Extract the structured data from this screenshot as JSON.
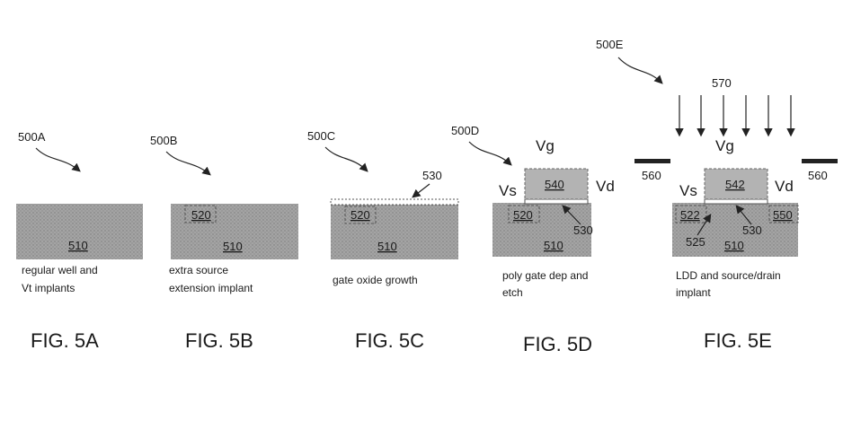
{
  "panels": [
    {
      "ref": "500A",
      "caption_lines": [
        "regular well and",
        "Vt implants"
      ],
      "substrate": "510",
      "figure": "FIG. 5A"
    },
    {
      "ref": "500B",
      "caption_lines": [
        "extra source",
        "extension implant"
      ],
      "substrate": "510",
      "implant": "520",
      "figure": "FIG. 5B"
    },
    {
      "ref": "500C",
      "caption_lines": [
        "gate oxide growth"
      ],
      "substrate": "510",
      "implant": "520",
      "oxide": "530",
      "figure": "FIG. 5C"
    },
    {
      "ref": "500D",
      "caption_lines": [
        "poly gate dep and",
        "etch"
      ],
      "substrate": "510",
      "implant": "520",
      "gate": "540",
      "oxide": "530",
      "vg": "Vg",
      "vs": "Vs",
      "vd": "Vd",
      "figure": "FIG. 5D"
    },
    {
      "ref": "500E",
      "caption_lines": [
        "LDD and source/drain",
        "implant"
      ],
      "substrate": "510",
      "source": "522",
      "drain": "550",
      "gate": "542",
      "oxide": "530",
      "extension": "525",
      "mask_left": "560",
      "mask_right": "560",
      "implant_arrows": "570",
      "vg": "Vg",
      "vs": "Vs",
      "vd": "Vd",
      "figure": "FIG. 5E"
    }
  ]
}
